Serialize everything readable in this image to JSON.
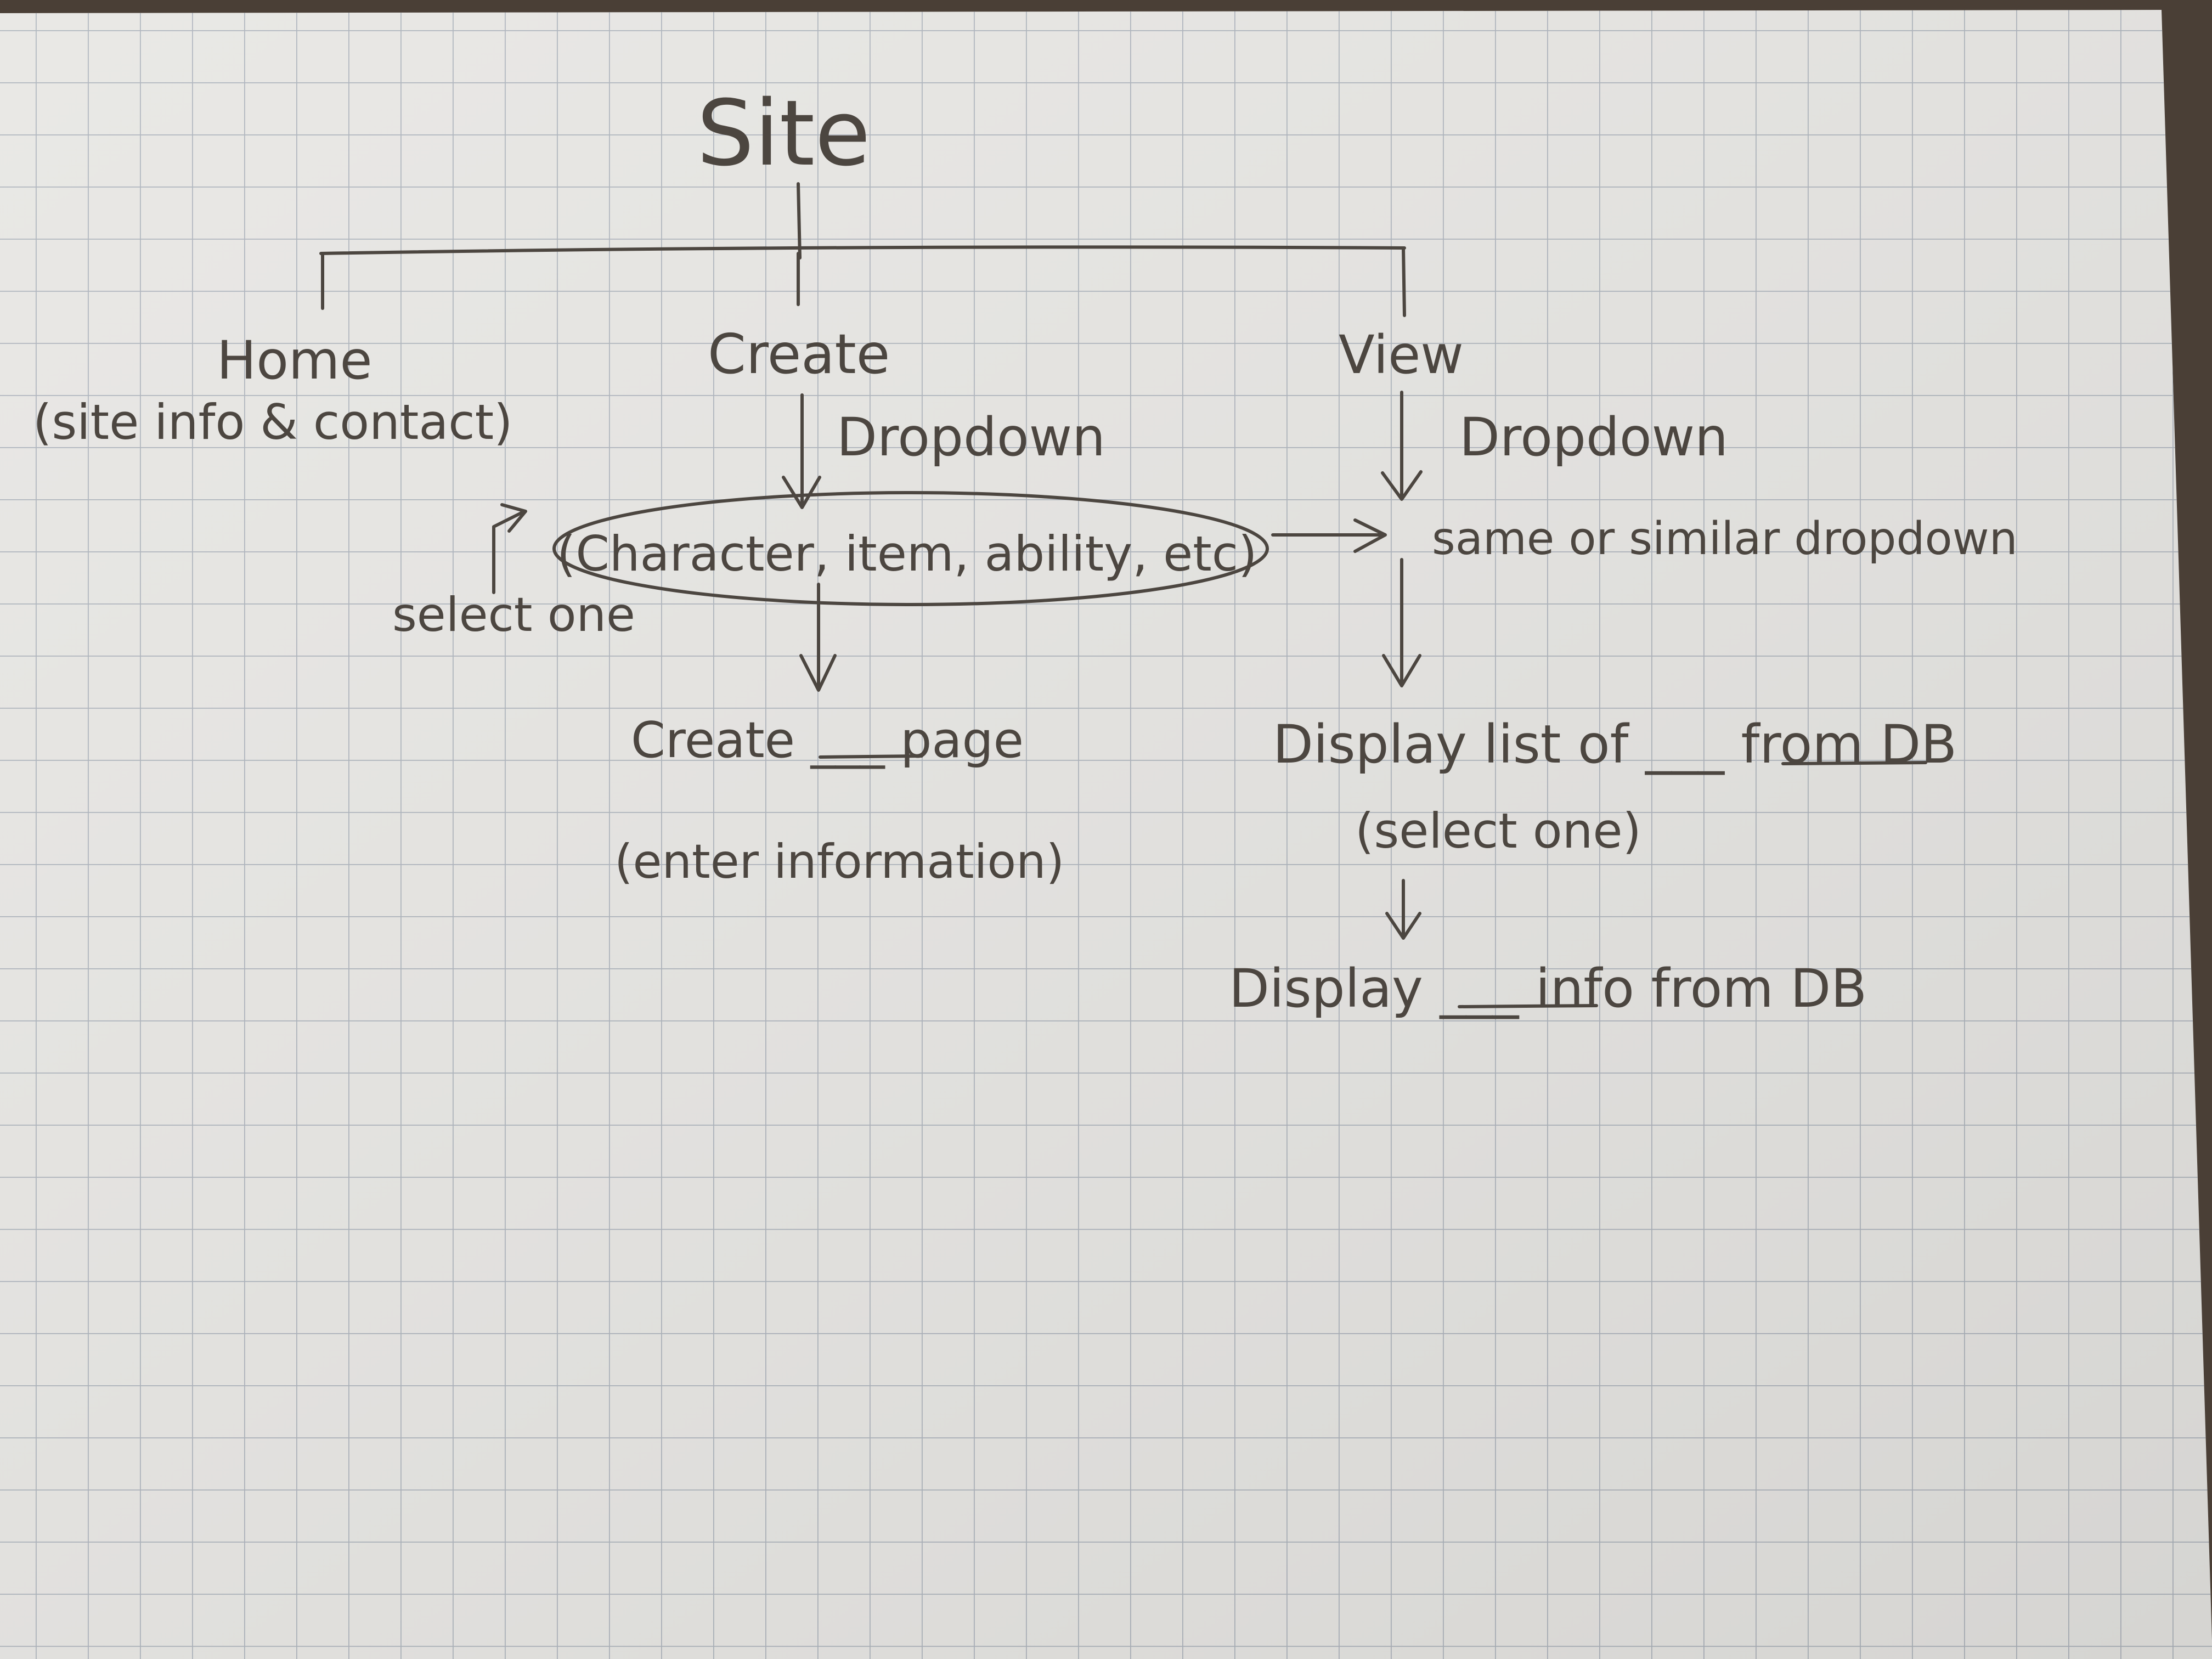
{
  "colors": {
    "paper": "#e8e7e4",
    "grid": "#9aa3b0",
    "pencil": "#4c4640",
    "background": "#4a3f36"
  },
  "diagram": {
    "root": "Site",
    "branches": {
      "home": {
        "title": "Home",
        "subtitle": "(site info & contact)"
      },
      "create": {
        "title": "Create",
        "dropdown_label": "Dropdown",
        "options": "(Character, item, ability, etc)",
        "select_note": "select one",
        "result_title": "Create ___ page",
        "result_note": "(enter information)"
      },
      "view": {
        "title": "View",
        "dropdown_label": "Dropdown",
        "dropdown_note": "same or similar dropdown",
        "list_title": "Display list of ___ from DB",
        "list_note": "(select one)",
        "detail_title": "Display ___ info from DB"
      }
    }
  }
}
